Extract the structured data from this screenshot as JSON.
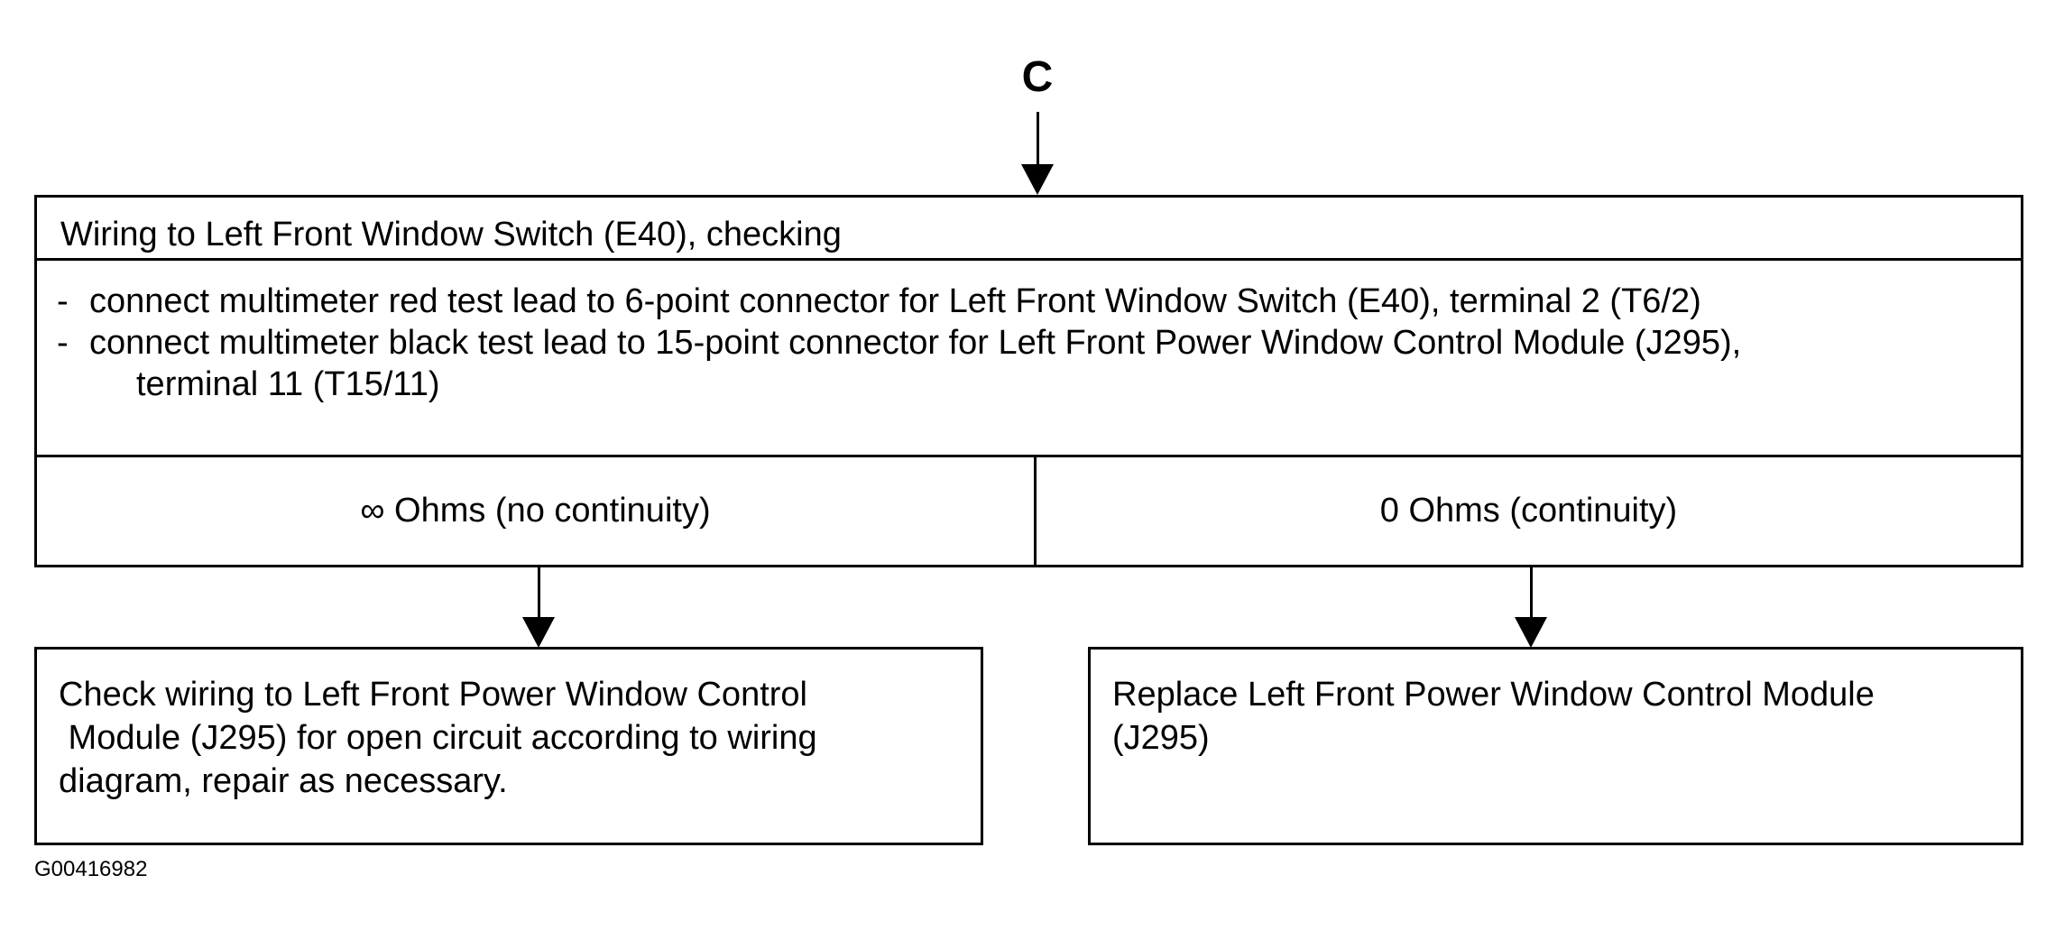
{
  "connector": "C",
  "main": {
    "title": "Wiring to Left Front  Window Switch (E40), checking",
    "steps": [
      {
        "dash": "-",
        "text": "connect multimeter red test lead to 6-point connector for Left Front Window Switch (E40), terminal 2 (T6/2)"
      },
      {
        "dash": "-",
        "text": "connect multimeter black test lead to 15-point connector for Left Front Power Window Control Module (J295),",
        "continuation": "terminal 11  (T15/11)"
      }
    ],
    "results": {
      "left": "∞ Ohms  (no continuity)",
      "right": "0 Ohms  (continuity)"
    }
  },
  "actions": {
    "left": [
      "Check wiring  to Left Front Power Window Control",
      " Module (J295) for open circuit according to wiring",
      "diagram, repair as necessary."
    ],
    "right": [
      "Replace Left Front Power Window Control Module",
      "(J295)"
    ]
  },
  "figure_id": "G00416982"
}
